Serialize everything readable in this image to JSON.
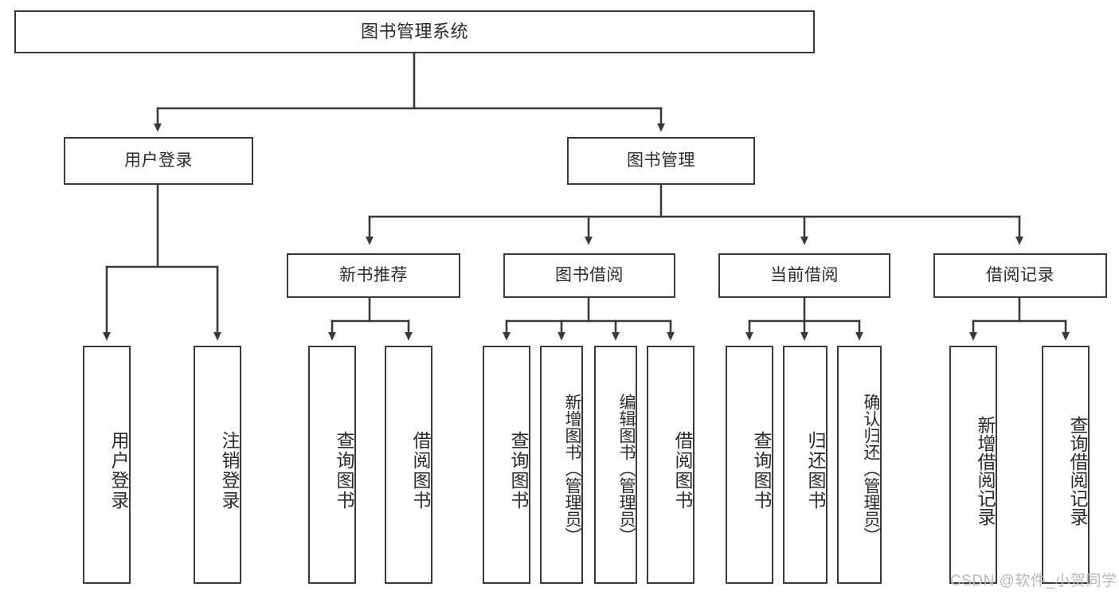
{
  "diagram": {
    "title": "图书管理系统",
    "type": "tree-hierarchy-diagram",
    "colors": {
      "stroke": "#3a3a3a",
      "fill": "#ffffff",
      "text": "#2b2b2b",
      "watermark": "#b9b9b9"
    },
    "root": {
      "label": "图书管理系统"
    },
    "level2": [
      {
        "label": "用户登录"
      },
      {
        "label": "图书管理"
      }
    ],
    "level3": [
      {
        "label": "新书推荐"
      },
      {
        "label": "图书借阅"
      },
      {
        "label": "当前借阅"
      },
      {
        "label": "借阅记录"
      }
    ],
    "leaves": {
      "user_login": [
        {
          "label": "用户登录"
        },
        {
          "label": "注销登录"
        }
      ],
      "new_book_recommend": [
        {
          "label": "查询图书"
        },
        {
          "label": "借阅图书"
        }
      ],
      "book_borrow": [
        {
          "label": "查询图书"
        },
        {
          "label": "新增图书（管理员）"
        },
        {
          "label": "编辑图书（管理员）"
        },
        {
          "label": "借阅图书"
        }
      ],
      "current_borrow": [
        {
          "label": "查询图书"
        },
        {
          "label": "归还图书"
        },
        {
          "label": "确认归还（管理员）"
        }
      ],
      "borrow_record": [
        {
          "label": "新增借阅记录"
        },
        {
          "label": "查询借阅记录"
        }
      ]
    },
    "watermark": "CSDN @软件_小贺同学"
  }
}
